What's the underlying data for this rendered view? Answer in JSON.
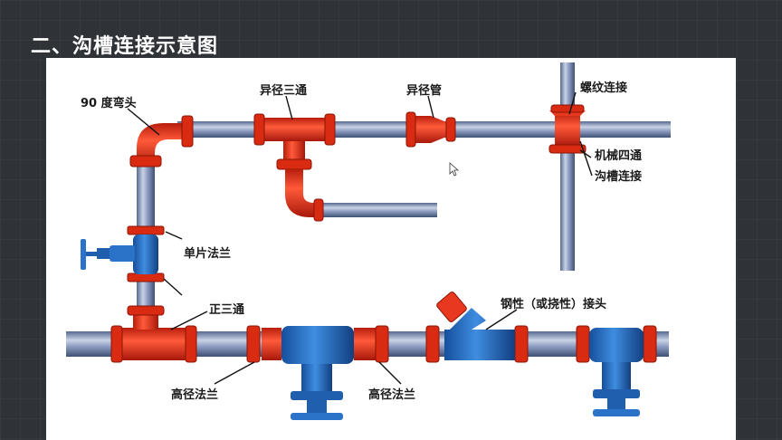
{
  "slide": {
    "title": "二、沟槽连接示意图"
  },
  "diagram": {
    "labels": {
      "elbow_90": "90 度弯头",
      "reducing_tee": "异径三通",
      "reducer": "异径管",
      "threaded": "螺纹连接",
      "mech_cross": "机械四通",
      "groove_conn": "沟槽连接",
      "single_flange": "单片法兰",
      "equal_tee": "正三通",
      "coupling": "钢性（或挠性）接头",
      "high_flange_1": "高径法兰",
      "high_flange_2": "高径法兰"
    },
    "colors": {
      "pipe": "#7e8fb5",
      "fitting": "#e8381f",
      "valve": "#2a73c9",
      "leader": "#111111"
    }
  }
}
